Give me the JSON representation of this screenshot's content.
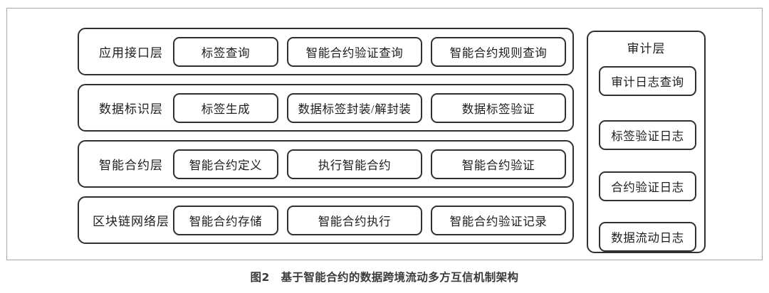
{
  "figure": {
    "caption_label": "图2",
    "caption_text": "基于智能合约的数据跨境流动多方互信机制架构",
    "caption_full": "图2　基于智能合约的数据跨境流动多方互信机制架构",
    "frame_color": "#a9a9a9",
    "line_color": "#303030",
    "text_color": "#1d1d1d",
    "background": "#ffffff"
  },
  "layers": [
    {
      "title": "应用接口层",
      "nodes": [
        "标签查询",
        "智能合约验证查询",
        "智能合约规则查询"
      ]
    },
    {
      "title": "数据标识层",
      "nodes": [
        "标签生成",
        "数据标签封装/解封装",
        "数据标签验证"
      ]
    },
    {
      "title": "智能合约层",
      "nodes": [
        "智能合约定义",
        "执行智能合约",
        "智能合约验证"
      ]
    },
    {
      "title": "区块链网络层",
      "nodes": [
        "智能合约存储",
        "智能合约执行",
        "智能合约验证记录"
      ]
    }
  ],
  "audit": {
    "title": "审计层",
    "items": [
      "审计日志查询",
      "标签验证日志",
      "合约验证日志",
      "数据流动日志"
    ]
  }
}
